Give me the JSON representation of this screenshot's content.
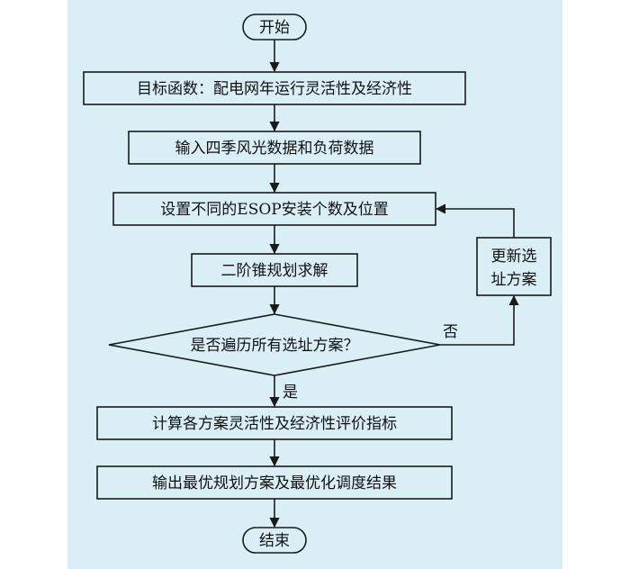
{
  "background_color": "#daeef6",
  "nodes": {
    "start": "开始",
    "objective": "目标函数：配电网年运行灵活性及经济性",
    "input_data": "输入四季风光数据和负荷数据",
    "set_esop": "设置不同的ESOP安装个数及位置",
    "solve": "二阶锥规划求解",
    "decision": "是否遍历所有选址方案？",
    "update_line1": "更新选",
    "update_line2": "址方案",
    "evaluate": "计算各方案灵活性及经济性评价指标",
    "output": "输出最优规划方案及最优化调度结果",
    "end": "结束"
  },
  "edges": {
    "yes_label": "是",
    "no_label": "否"
  }
}
